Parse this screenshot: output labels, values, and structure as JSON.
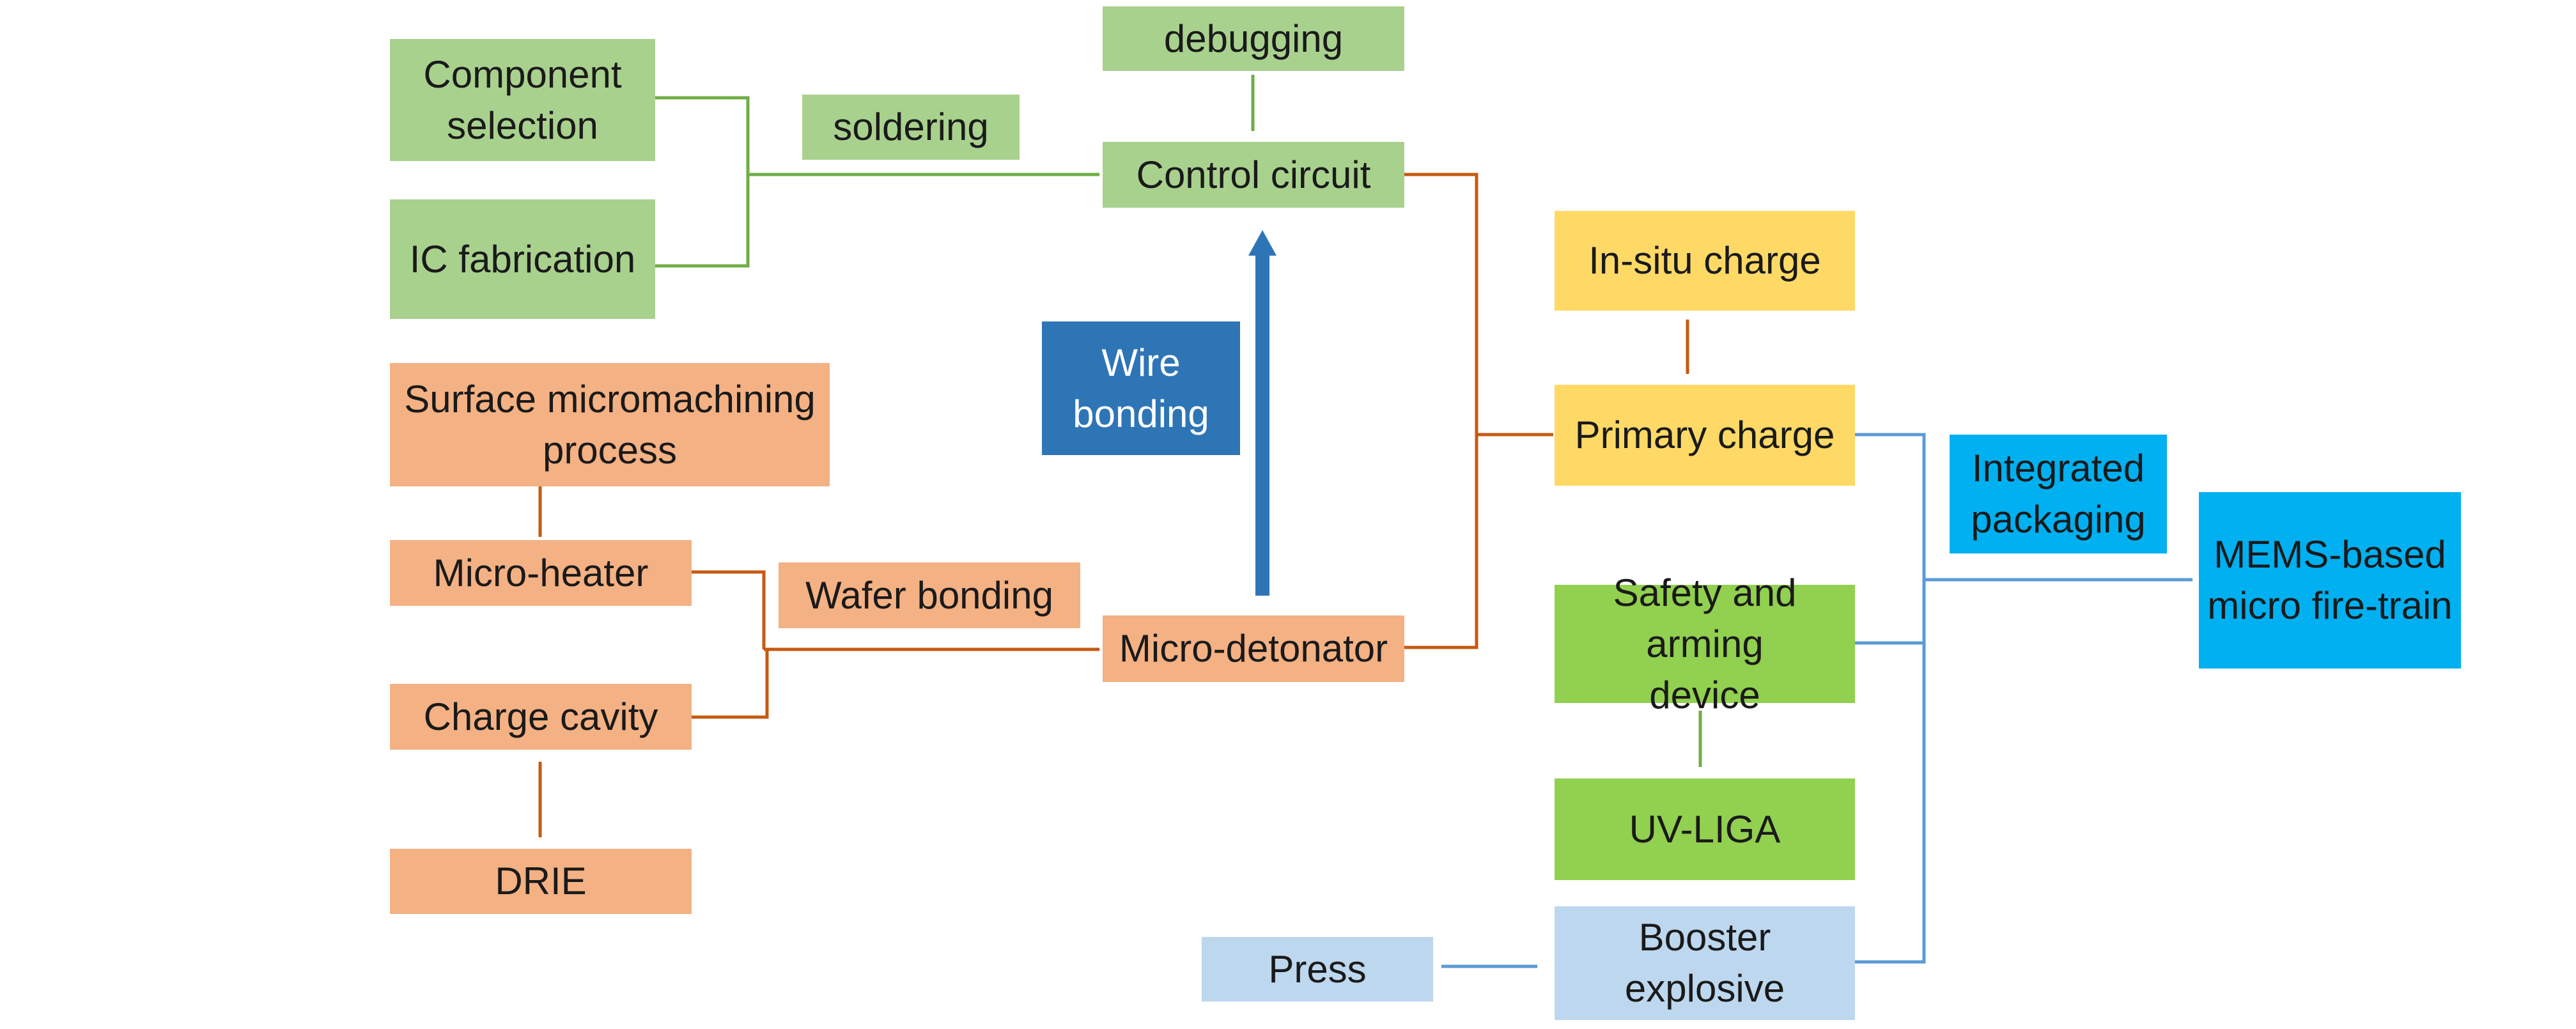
{
  "nodes": {
    "component_selection": "Component\nselection",
    "ic_fabrication": "IC fabrication",
    "soldering": "soldering",
    "debugging": "debugging",
    "control_circuit": "Control circuit",
    "wire_bonding": "Wire\nbonding",
    "surface_micromachining": "Surface micromachining\nprocess",
    "micro_heater": "Micro-heater",
    "wafer_bonding": "Wafer bonding",
    "charge_cavity": "Charge cavity",
    "drie": "DRIE",
    "micro_detonator": "Micro-detonator",
    "in_situ_charge": "In-situ charge",
    "primary_charge": "Primary charge",
    "integrated_packaging": "Integrated\npackaging",
    "mems_fire_train": "MEMS-based\nmicro fire-train",
    "safety_arming": "Safety and arming\ndevice",
    "uv_liga": "UV-LIGA",
    "press": "Press",
    "booster_explosive": "Booster explosive"
  },
  "colors": {
    "green_light": "#a9d18e",
    "green": "#92d050",
    "orange": "#f4b183",
    "yellow": "#ffd966",
    "blue_dark": "#2e75b6",
    "cyan": "#00b0f0",
    "blue_light": "#bdd7ee",
    "line_green": "#70ad47",
    "line_orange": "#c55a11",
    "line_blue": "#5b9bd5"
  }
}
